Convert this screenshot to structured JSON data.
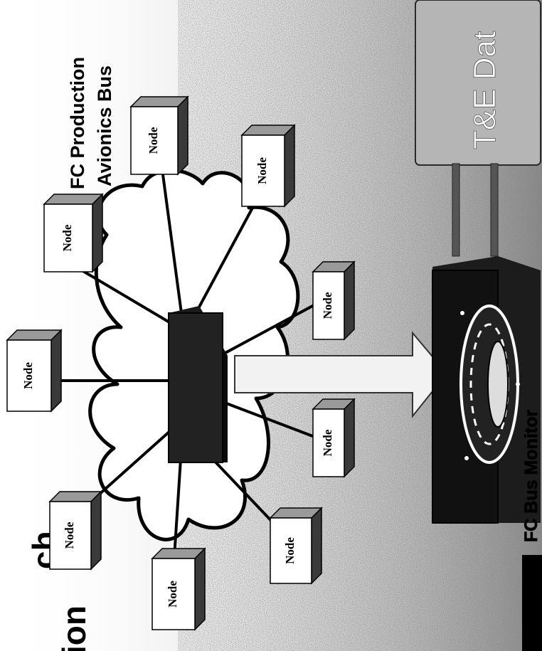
{
  "title_fragment_top": "ch",
  "title_fragment_bottom": "ion",
  "network": {
    "label_line1": "FC Production",
    "label_line2": "Avionics Bus",
    "nodes": [
      {
        "label": "Node"
      },
      {
        "label": "Node"
      },
      {
        "label": "Node"
      },
      {
        "label": "Node"
      },
      {
        "label": "Node"
      },
      {
        "label": "Node"
      },
      {
        "label": "Node"
      },
      {
        "label": "Node"
      },
      {
        "label": "Node"
      }
    ]
  },
  "monitor": {
    "label": "FC Bus Monitor"
  },
  "data_system": {
    "label": "T&E Dat"
  },
  "colors": {
    "switch": "#1a1a1a",
    "monitor_body": "#1c1c1c",
    "node_face": "#ffffff",
    "node_top": "#9a9a9a",
    "node_side": "#3a3a3a",
    "data_box": "#b5b5b5",
    "arrow": "#f2f2f2",
    "noise": "#8a8a8a"
  }
}
